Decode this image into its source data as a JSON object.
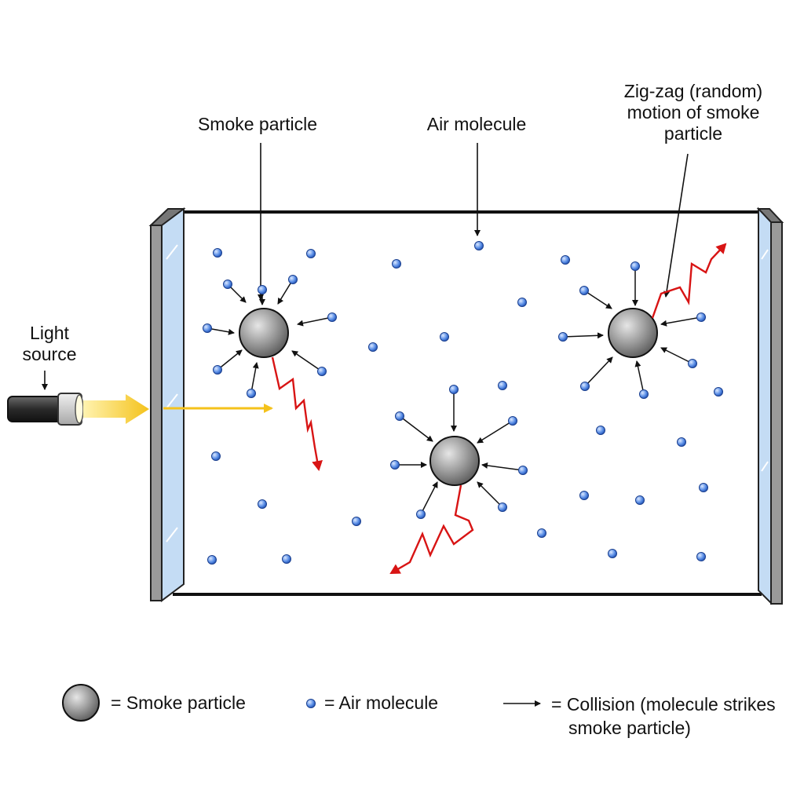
{
  "labels": {
    "smoke_particle": "Smoke particle",
    "air_molecule": "Air molecule",
    "zigzag": [
      "Zig-zag (random)",
      "motion of smoke",
      "particle"
    ],
    "light_source": [
      "Light",
      "source"
    ]
  },
  "legend": {
    "smoke": "= Smoke particle",
    "air": "= Air molecule",
    "collision": [
      "= Collision (molecule strikes",
      "smoke particle)"
    ]
  },
  "colors": {
    "zigzag": "#d81414",
    "molecule": "#2f67cf",
    "smoke": "#8a8a8a",
    "light": "#f4c21b",
    "glass": "#b8d4f0"
  }
}
